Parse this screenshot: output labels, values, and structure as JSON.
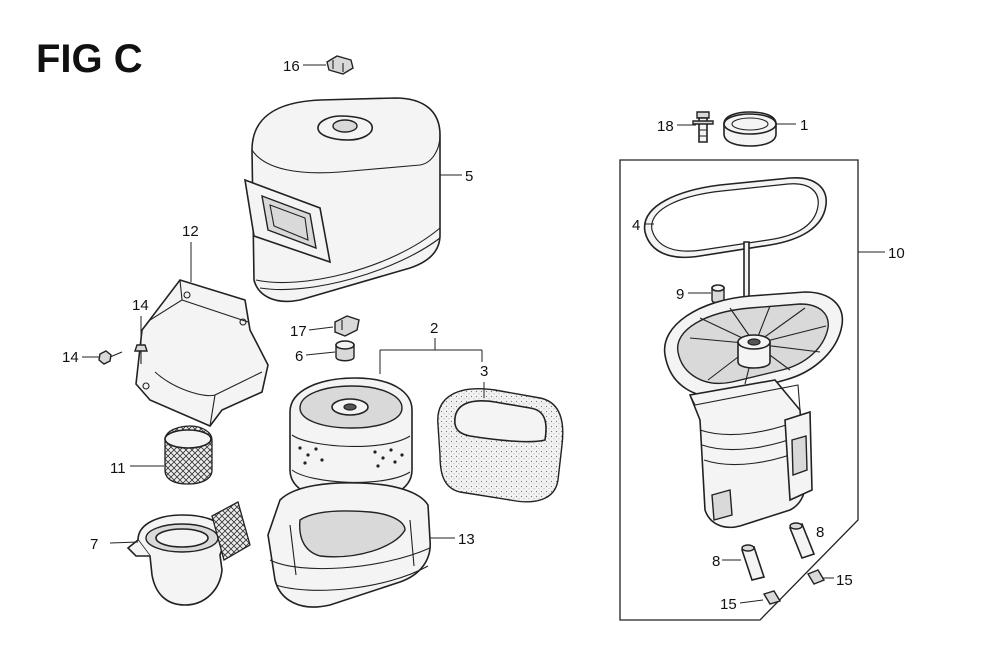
{
  "figure": {
    "title": "FIG C"
  },
  "callouts": [
    {
      "id": "c16",
      "text": "16"
    },
    {
      "id": "c5",
      "text": "5"
    },
    {
      "id": "c12",
      "text": "12"
    },
    {
      "id": "c14a",
      "text": "14"
    },
    {
      "id": "c14b",
      "text": "14"
    },
    {
      "id": "c17",
      "text": "17"
    },
    {
      "id": "c6",
      "text": "6"
    },
    {
      "id": "c2",
      "text": "2"
    },
    {
      "id": "c3",
      "text": "3"
    },
    {
      "id": "c13",
      "text": "13"
    },
    {
      "id": "c11",
      "text": "11"
    },
    {
      "id": "c7",
      "text": "7"
    },
    {
      "id": "c18",
      "text": "18"
    },
    {
      "id": "c1",
      "text": "1"
    },
    {
      "id": "c4",
      "text": "4"
    },
    {
      "id": "c10",
      "text": "10"
    },
    {
      "id": "c9",
      "text": "9"
    },
    {
      "id": "c8a",
      "text": "8"
    },
    {
      "id": "c8b",
      "text": "8"
    },
    {
      "id": "c15a",
      "text": "15"
    },
    {
      "id": "c15b",
      "text": "15"
    }
  ]
}
